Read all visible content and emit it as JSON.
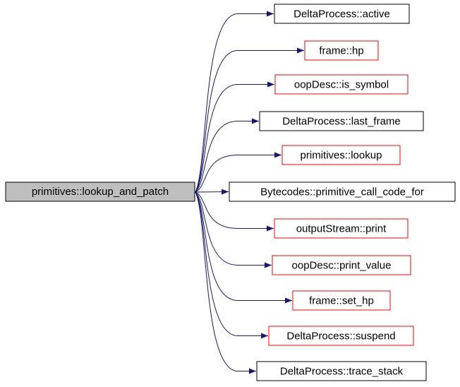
{
  "colors": {
    "edge": "#191970",
    "root_fill": "#bfbfbf",
    "root_border": "#000000",
    "documented_border": "#000000",
    "undocumented_border": "#ff0000"
  },
  "root": {
    "label": "primitives::lookup_and_patch"
  },
  "callees": [
    {
      "label": "DeltaProcess::active",
      "border": "black"
    },
    {
      "label": "frame::hp",
      "border": "red"
    },
    {
      "label": "oopDesc::is_symbol",
      "border": "red"
    },
    {
      "label": "DeltaProcess::last_frame",
      "border": "black"
    },
    {
      "label": "primitives::lookup",
      "border": "red"
    },
    {
      "label": "Bytecodes::primitive_call_code_for",
      "border": "black"
    },
    {
      "label": "outputStream::print",
      "border": "red"
    },
    {
      "label": "oopDesc::print_value",
      "border": "red"
    },
    {
      "label": "frame::set_hp",
      "border": "red"
    },
    {
      "label": "DeltaProcess::suspend",
      "border": "red"
    },
    {
      "label": "DeltaProcess::trace_stack",
      "border": "black"
    }
  ]
}
